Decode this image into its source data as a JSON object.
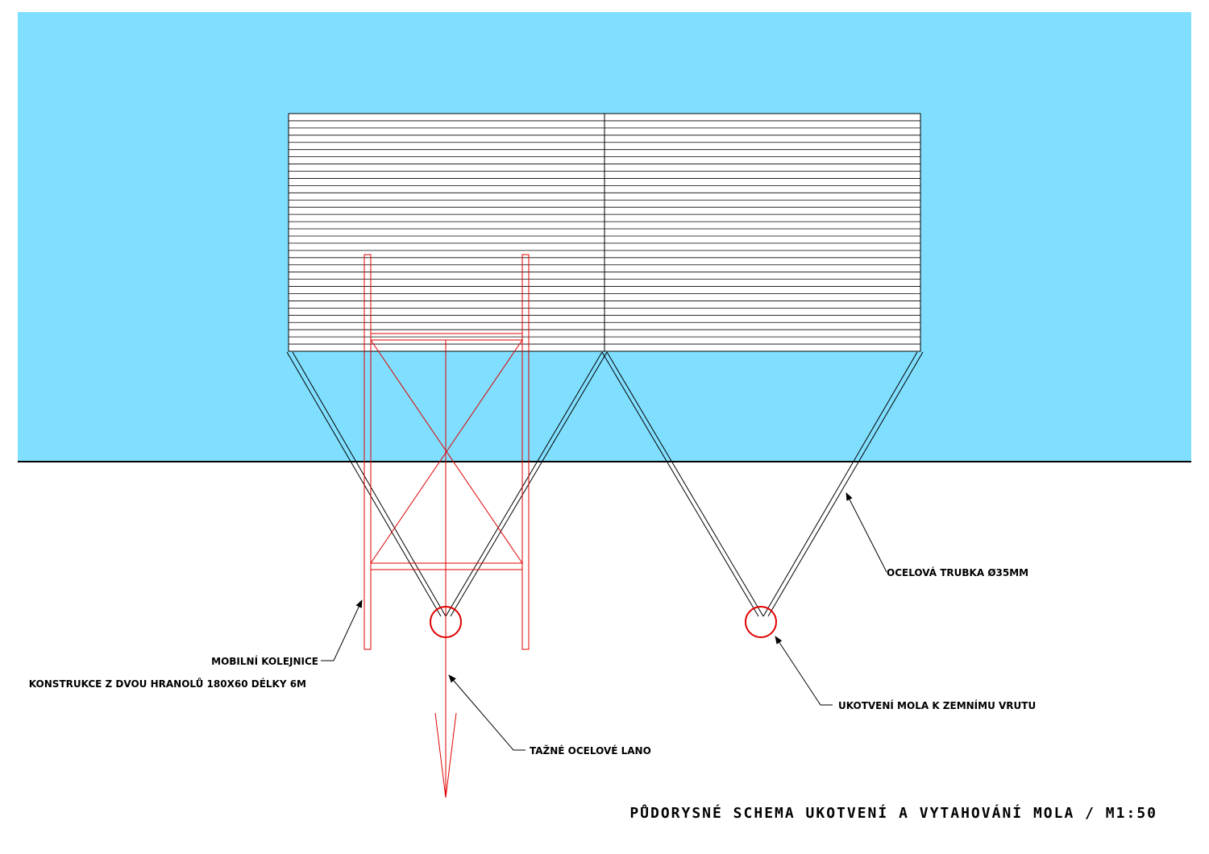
{
  "title": "PŮDORYSNÉ SCHEMA UKOTVENÍ A VYTAHOVÁNÍ MOLA / M1:50",
  "labels": {
    "tube": "OCELOVÁ TRUBKA Ø35MM",
    "rail_line1": "MOBILNÍ KOLEJNICE",
    "rail_line2": "KONSTRUKCE Z DVOU HRANOLŮ 180X60 DÉLKY 6M",
    "anchor": "UKOTVENÍ MOLA K ZEMNÍMU VRUTU",
    "cable": "TAŽNÉ OCELOVÉ LANO"
  },
  "colors": {
    "water": "#80dfff",
    "structure": "#000000",
    "rail": "#e00000",
    "background": "#ffffff"
  }
}
